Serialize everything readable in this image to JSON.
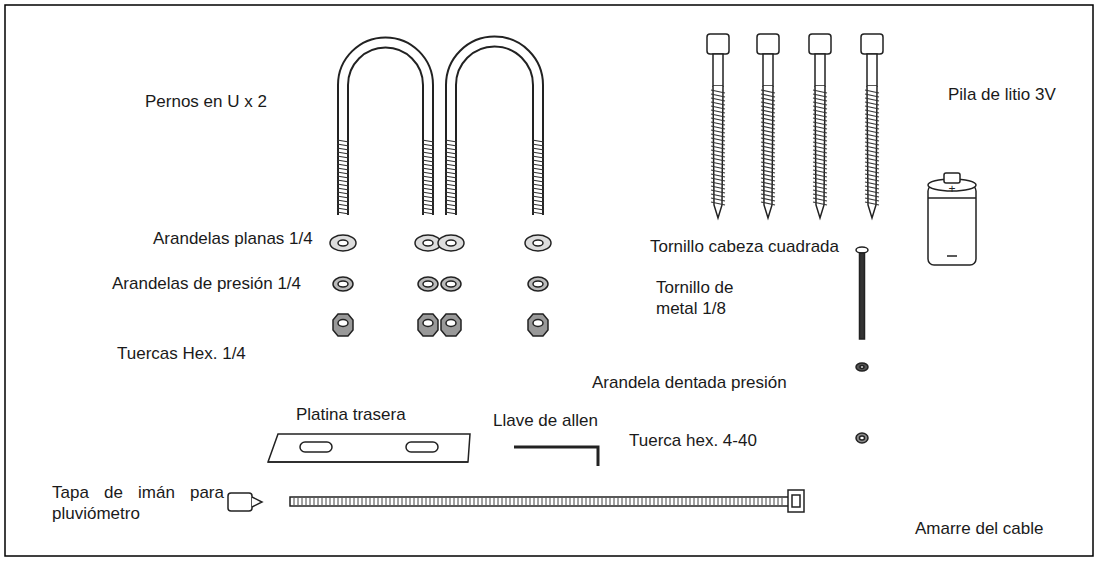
{
  "diagram": {
    "labels": [
      "Pernos en U x 2",
      "Pila de litio 3V",
      "Arandelas planas 1/4",
      "Tornillo cabeza cuadrada",
      "Arandelas de presión 1/4",
      "Tornillo de metal 1/8",
      "Tuercas Hex. 1/4",
      "Arandela dentada presión",
      "Platina trasera",
      "Llave de allen",
      "Tuerca hex. 4-40",
      "Tapa de imán para pluviómetro",
      "Amarre del cable"
    ]
  }
}
